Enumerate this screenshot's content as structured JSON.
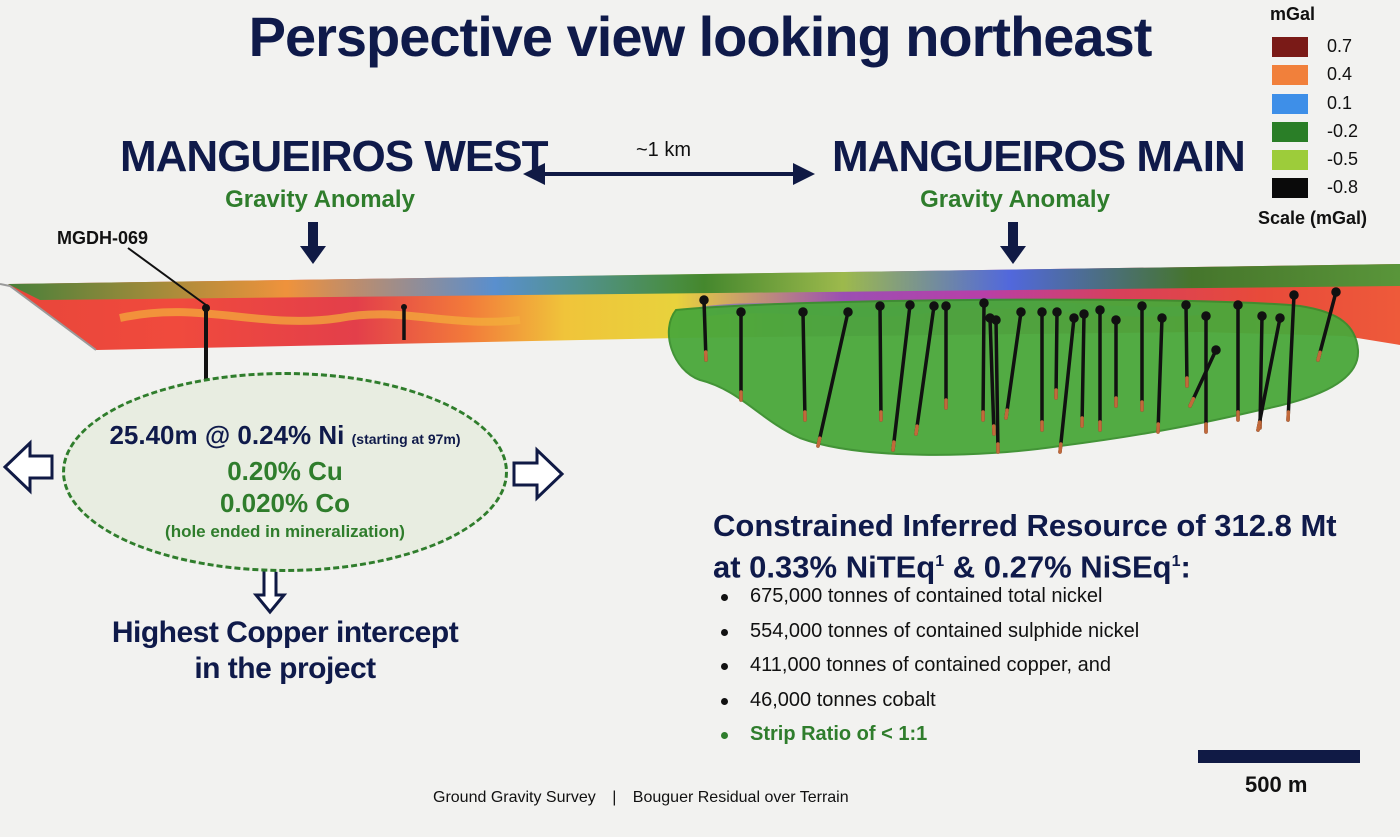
{
  "title": "Perspective view looking northeast",
  "distance_label": "~1 km",
  "west": {
    "name": "MANGUEIROS WEST",
    "subtitle": "Gravity Anomaly"
  },
  "main": {
    "name": "MANGUEIROS MAIN",
    "subtitle": "Gravity Anomaly"
  },
  "legend": {
    "unit": "mGal",
    "caption": "Scale (mGal)",
    "entries": [
      {
        "value": "0.7",
        "color": "#7a1a17"
      },
      {
        "value": "0.4",
        "color": "#f1803b"
      },
      {
        "value": "0.1",
        "color": "#3e8fe8"
      },
      {
        "value": "-0.2",
        "color": "#2a7e27"
      },
      {
        "value": "-0.5",
        "color": "#9dcc3a"
      },
      {
        "value": "-0.8",
        "color": "#0a0a0a"
      }
    ]
  },
  "drillhole": {
    "label": "MGDH-069"
  },
  "intercept": {
    "main": "25.40m @ 0.24% Ni",
    "start_note": "(starting at 97m)",
    "copper": "0.20% Cu",
    "cobalt": "0.020% Co",
    "note": "(hole ended in mineralization)"
  },
  "highest_copper": {
    "line1": "Highest Copper intercept",
    "line2": "in the project"
  },
  "resource": {
    "line1": "Constrained Inferred Resource of 312.8 Mt",
    "line2_a": "at 0.33% NiTEq",
    "line2_sup1": "1",
    "line2_b": " & 0.27% NiSEq",
    "line2_sup2": "1",
    "line2_c": ":",
    "bullets": [
      "675,000 tonnes of contained total nickel",
      "554,000 tonnes of contained sulphide nickel",
      "411,000 tonnes of contained copper, and",
      "46,000 tonnes cobalt"
    ],
    "highlight": "Strip Ratio of < 1:1"
  },
  "scale_bar": {
    "label": "500 m"
  },
  "footer": {
    "left": "Ground Gravity Survey",
    "separator": "|",
    "right": "Bouguer Residual over Terrain"
  }
}
